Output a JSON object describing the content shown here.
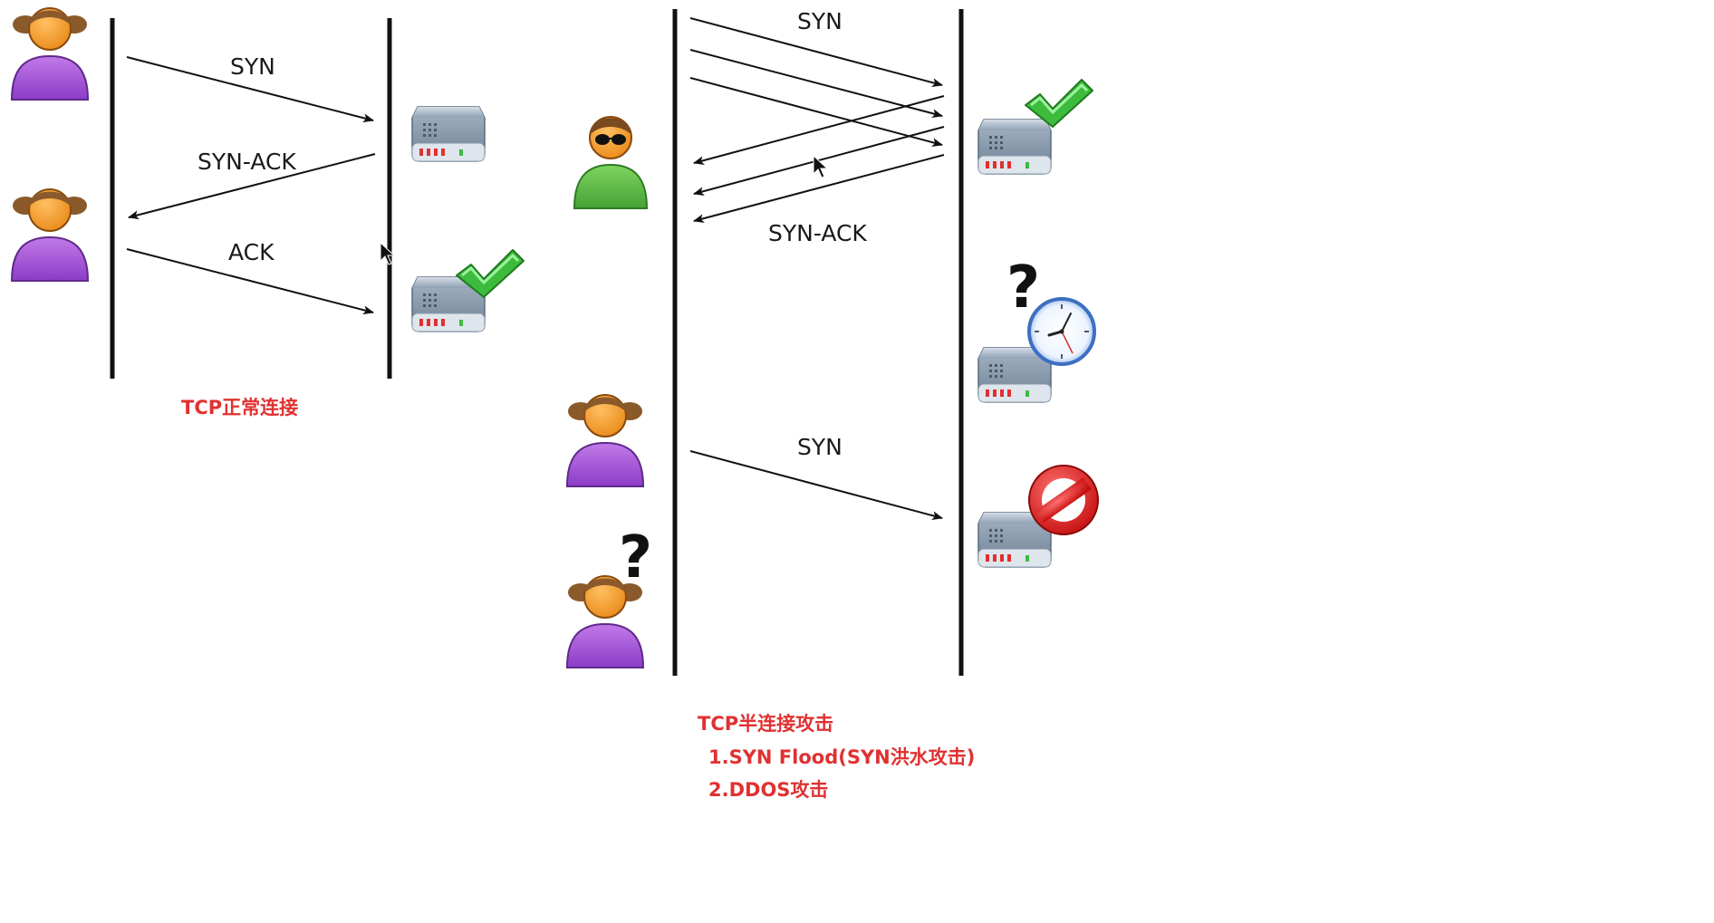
{
  "normal": {
    "msg_syn": "SYN",
    "msg_synack": "SYN-ACK",
    "msg_ack": "ACK",
    "caption": "TCP正常连接"
  },
  "attack": {
    "msg_syn_top": "SYN",
    "msg_synack": "SYN-ACK",
    "msg_syn_bottom": "SYN",
    "caption": "TCP半连接攻击",
    "items": [
      "1.SYN Flood(SYN洪水攻击)",
      "2.DDOS攻击"
    ]
  },
  "icons": {
    "user_female": "user-female-icon",
    "attacker": "attacker-with-sunglasses-icon",
    "server": "server-icon",
    "checkmark": "green-checkmark-icon",
    "clock": "clock-icon",
    "blocked": "blocked-icon",
    "question": "question-mark-icon"
  },
  "colors": {
    "caption": "#e03131",
    "person_skin": "#f39c2f",
    "person_body_female": "#9b4fd6",
    "person_body_attacker": "#58b847",
    "check": "#3db83d",
    "blocked": "#e02020"
  }
}
